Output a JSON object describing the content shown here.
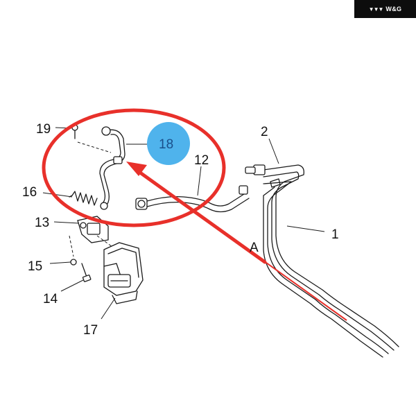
{
  "brand": {
    "logo_icon": "wg-logo-icon",
    "text": "W&G"
  },
  "callouts": [
    {
      "id": "19",
      "label": "19"
    },
    {
      "id": "18",
      "label": "18"
    },
    {
      "id": "2",
      "label": "2"
    },
    {
      "id": "12",
      "label": "12"
    },
    {
      "id": "16",
      "label": "16"
    },
    {
      "id": "13",
      "label": "13"
    },
    {
      "id": "1",
      "label": "1"
    },
    {
      "id": "A",
      "label": "A"
    },
    {
      "id": "15",
      "label": "15"
    },
    {
      "id": "14",
      "label": "14"
    },
    {
      "id": "17",
      "label": "17"
    }
  ],
  "highlight": {
    "target": "18",
    "ring_color": "#e8302a",
    "marker_color": "#4fb3ec"
  }
}
